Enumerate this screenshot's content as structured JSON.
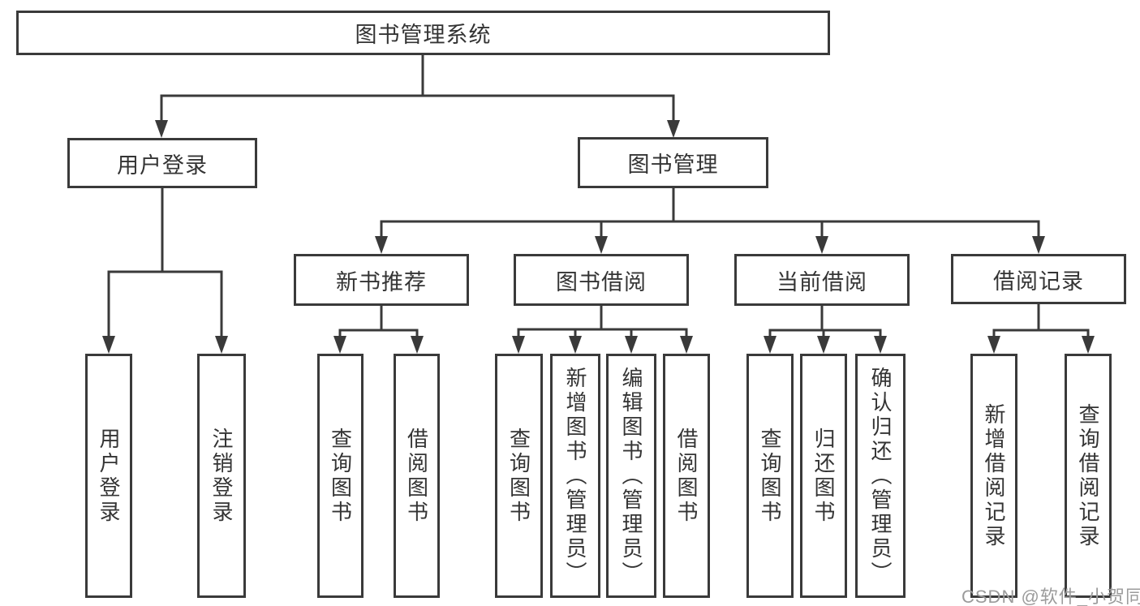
{
  "title": "图书管理系统",
  "root": {
    "label": "图书管理系统"
  },
  "level2": [
    {
      "label": "用户登录"
    },
    {
      "label": "图书管理"
    }
  ],
  "level3": [
    {
      "label": "新书推荐"
    },
    {
      "label": "图书借阅"
    },
    {
      "label": "当前借阅"
    },
    {
      "label": "借阅记录"
    }
  ],
  "leaves": [
    {
      "label": "用户登录",
      "parent": "用户登录"
    },
    {
      "label": "注销登录",
      "parent": "用户登录"
    },
    {
      "label": "查询图书",
      "parent": "新书推荐"
    },
    {
      "label": "借阅图书",
      "parent": "新书推荐"
    },
    {
      "label": "查询图书",
      "parent": "图书借阅"
    },
    {
      "label": "新增图书（管理员）",
      "parent": "图书借阅"
    },
    {
      "label": "编辑图书（管理员）",
      "parent": "图书借阅"
    },
    {
      "label": "借阅图书",
      "parent": "图书借阅"
    },
    {
      "label": "查询图书",
      "parent": "当前借阅"
    },
    {
      "label": "归还图书",
      "parent": "当前借阅"
    },
    {
      "label": "确认归还（管理员）",
      "parent": "当前借阅"
    },
    {
      "label": "新增借阅记录",
      "parent": "借阅记录"
    },
    {
      "label": "查询借阅记录",
      "parent": "借阅记录"
    }
  ],
  "watermark": "CSDN @软件_小贺同学",
  "colors": {
    "line": "#3a3a3a",
    "box_border": "#3a3a3a",
    "text": "#343434",
    "watermark": "#9b9b9b",
    "background": "#ffffff"
  }
}
